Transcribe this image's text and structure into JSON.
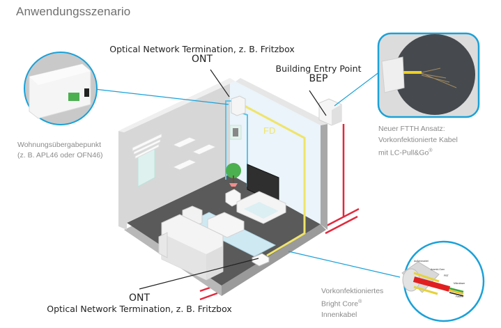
{
  "title": "Anwendungsszenario",
  "labels": {
    "ont_top": {
      "line1": "Optical Network Termination, z. B. Fritzbox",
      "abbr": "ONT"
    },
    "bep": {
      "line1": "Building Entry Point",
      "abbr": "BEP"
    },
    "fd": "FD",
    "ont_bottom": {
      "abbr": "ONT",
      "line1": "Optical Network Termination, z. B. Fritzbox"
    }
  },
  "notes": {
    "wohnung": {
      "line1": "Wohnungsübergabepunkt",
      "line2": "(z. B. APL46 oder OFN46)"
    },
    "ftth": {
      "line1": "Neuer FTTH Ansatz:",
      "line2": "Vorkonfektionierte Kabel",
      "line3": "mit LC-Pull&Go",
      "mark": "®"
    },
    "cable": {
      "line1": "Vorkonfektioniertes",
      "line2": "Bright Core",
      "mark": "®",
      "line3": "Innenkabel"
    }
  },
  "cable_callouts": [
    "Außenmantel",
    "Aramid-Garn",
    "PBT",
    "Mikrofaser",
    "Fasern"
  ],
  "colors": {
    "callout_blue": "#1aa1d8",
    "fiber_yellow": "#f0e46a",
    "riser_red": "#e3283c",
    "floor": "#5a5a5a",
    "wall": "#d6d6d6",
    "inner_wall": "#eaf4fa"
  }
}
